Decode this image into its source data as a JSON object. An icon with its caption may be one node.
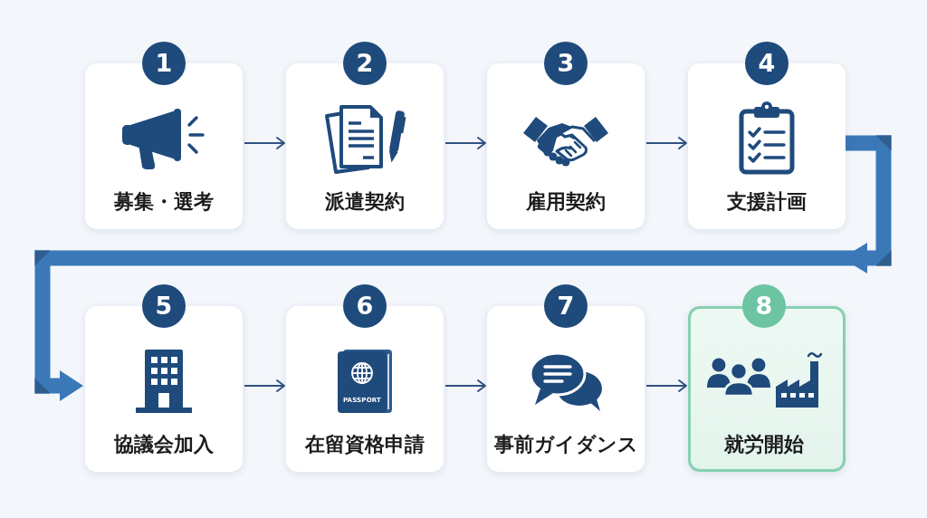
{
  "diagram": {
    "nodes": [
      {
        "text": [
          "1",
          "募集・選考"
        ]
      },
      {
        "text": [
          "2",
          "派遣契約"
        ]
      },
      {
        "text": [
          "3",
          "雇用契約"
        ]
      },
      {
        "text": [
          "4",
          "支援計画"
        ]
      },
      {
        "text": [
          "5",
          "協議会加入"
        ]
      },
      {
        "text": [
          "6",
          "PASSPORT",
          "在留資格申請"
        ]
      },
      {
        "text": [
          "7",
          "事前ガイダンス"
        ]
      },
      {
        "text": [
          "8",
          "就労開始"
        ]
      }
    ],
    "edges": [
      {
        "from": 0,
        "to": 1,
        "arrow": "to"
      },
      {
        "from": 1,
        "to": 2,
        "arrow": "to"
      },
      {
        "from": 2,
        "to": 3,
        "arrow": "to"
      },
      {
        "from": 3,
        "to": 4,
        "arrow": "to",
        "style": "thick",
        "color": "#3b78b8"
      },
      {
        "from": 4,
        "to": 5,
        "arrow": "to"
      },
      {
        "from": 5,
        "to": 6,
        "arrow": "to"
      },
      {
        "from": 6,
        "to": 7,
        "arrow": "to"
      }
    ]
  }
}
